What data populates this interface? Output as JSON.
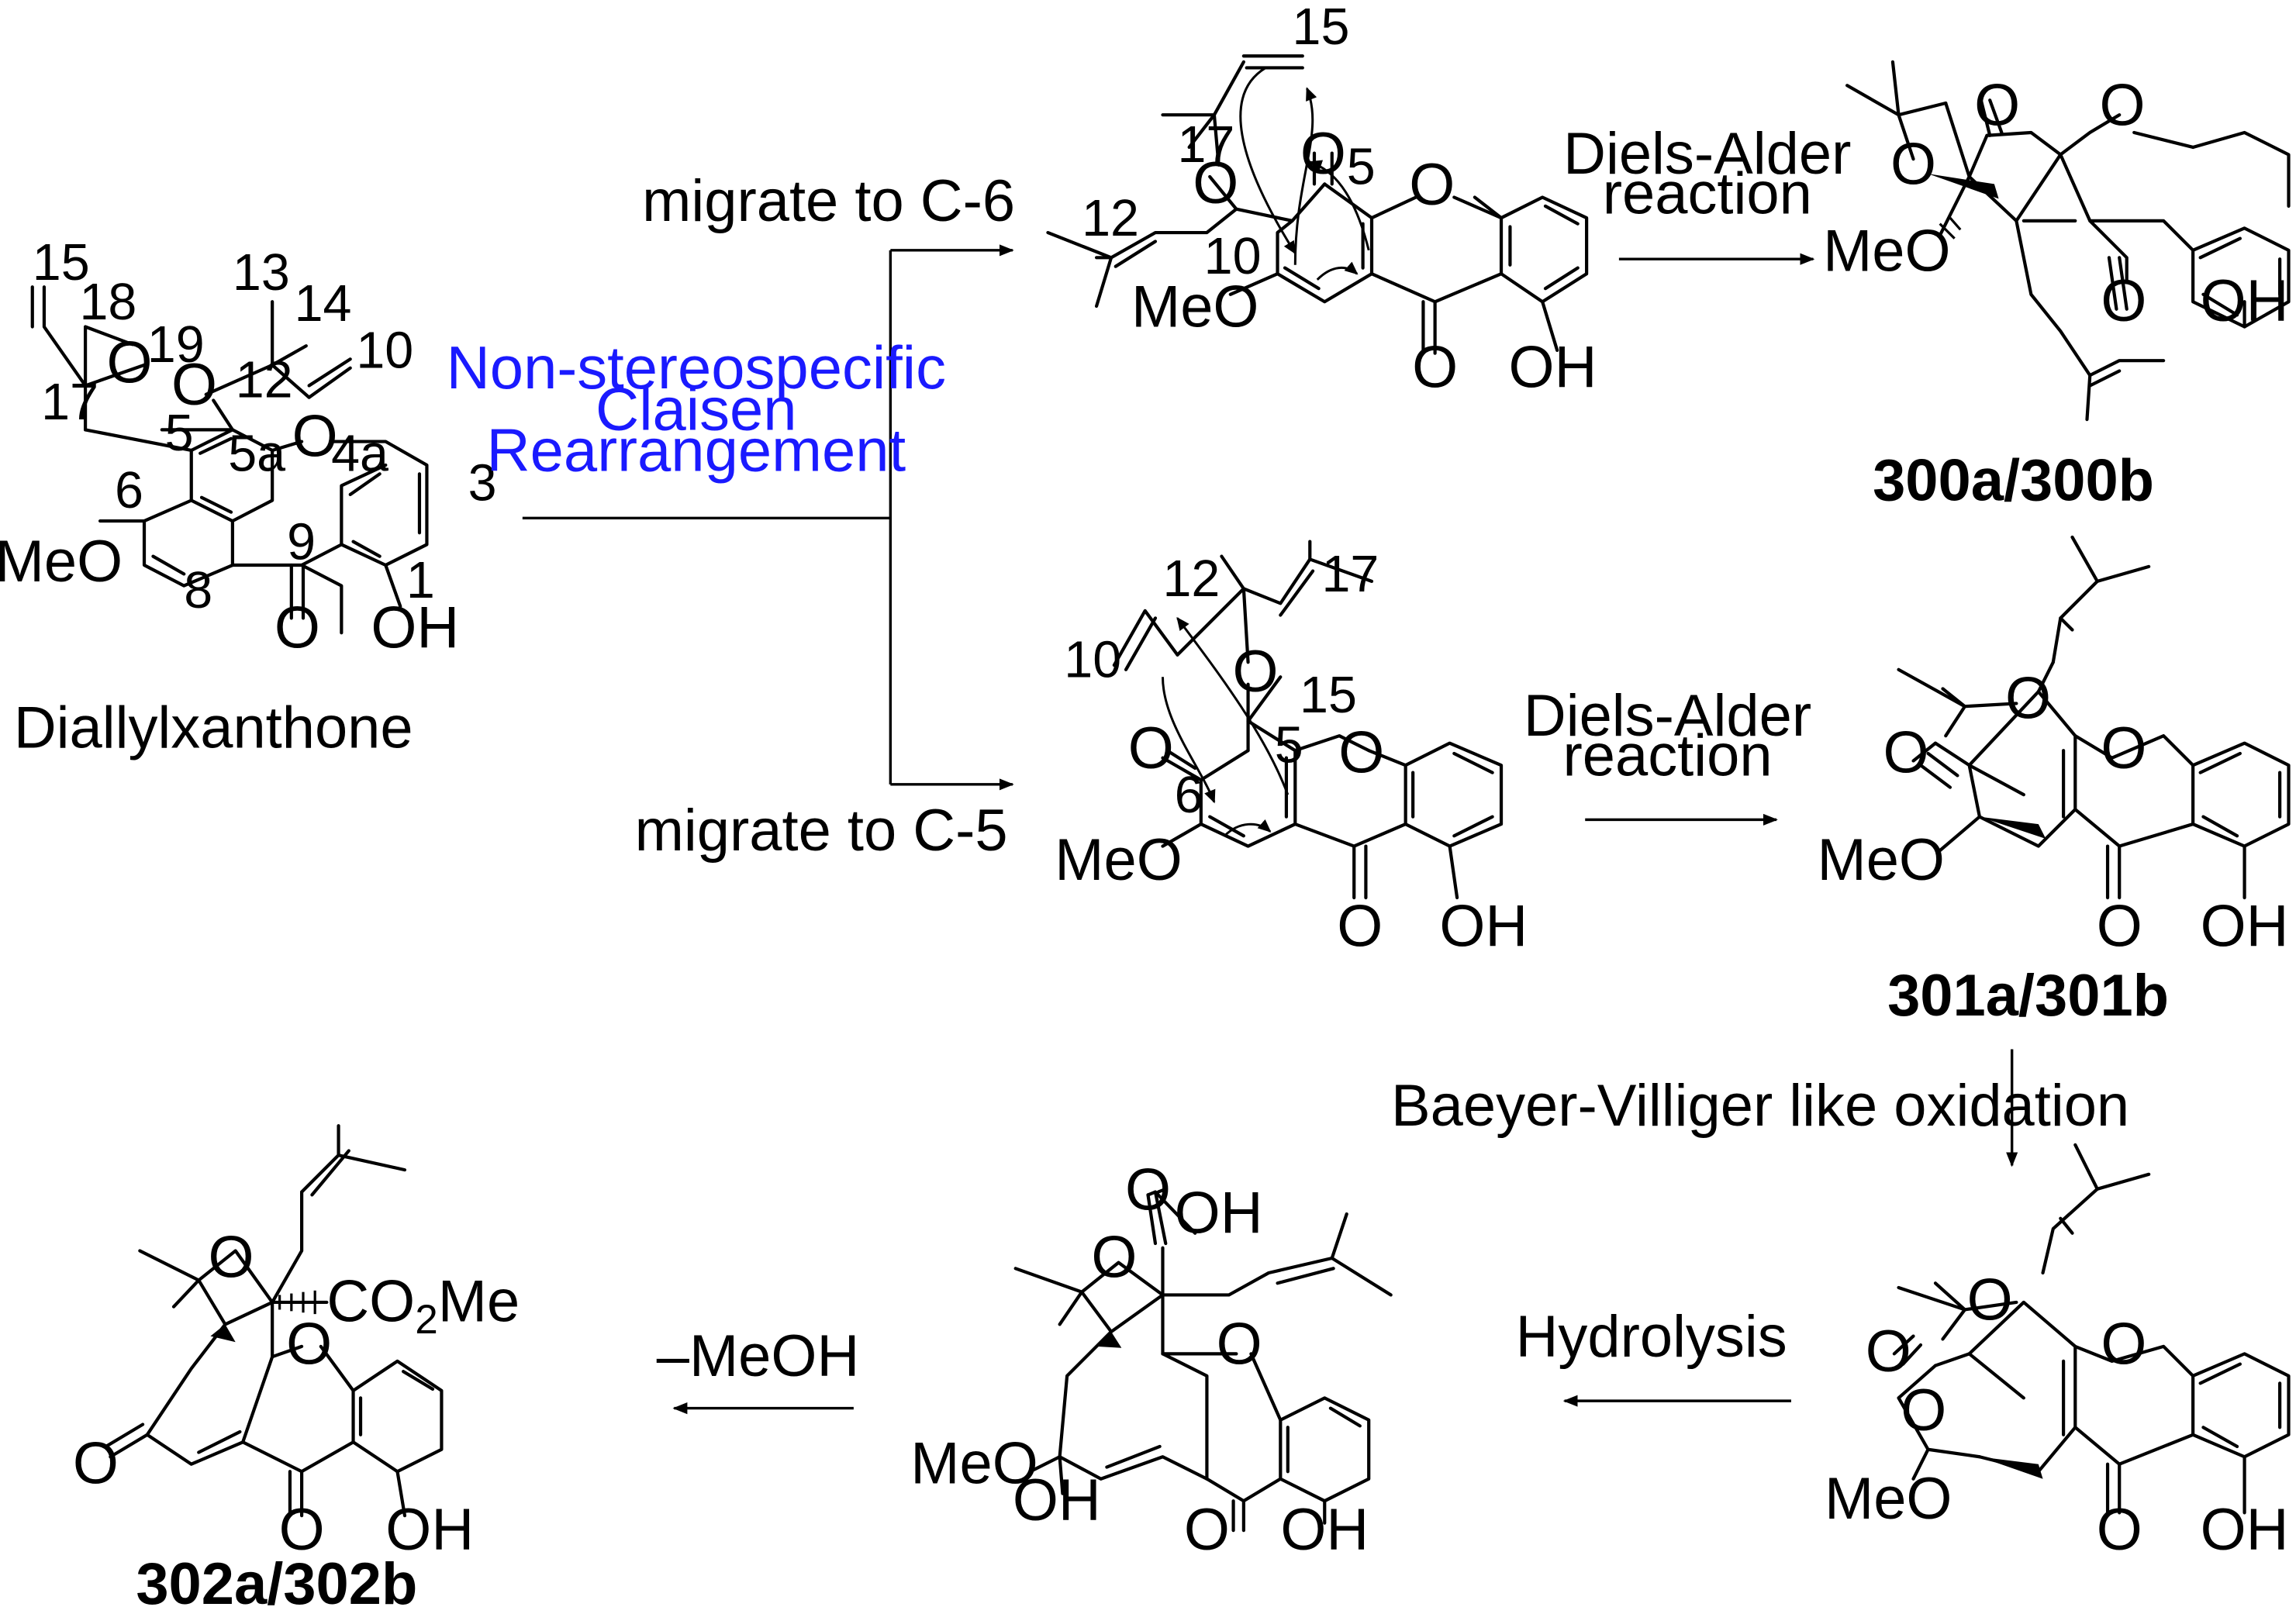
{
  "scheme": {
    "start_name": "Diallylxanthone",
    "claisen_label": [
      "Non-stereospecific",
      "Claisen",
      "Rearrangement"
    ],
    "route_c6": "migrate to C-6",
    "route_c5": "migrate to C-5",
    "diels_alder": [
      "Diels-Alder",
      "reaction"
    ],
    "baeyer_villiger": "Baeyer-Villiger like oxidation",
    "hydrolysis": "Hydrolysis",
    "loss_meoh": "–MeOH"
  },
  "compounds": {
    "c300": "300a/300b",
    "c301": "301a/301b",
    "c302": "302a/302b"
  },
  "atoms": {
    "o": "O",
    "oh": "OH",
    "ome": "MeO",
    "meo": "MeO",
    "co2me": "CO",
    "co2me_sub": "2",
    "co2me_tail": "Me"
  },
  "numbering": {
    "n1": "1",
    "n3": "3",
    "n4a": "4a",
    "n5": "5",
    "n5a": "5a",
    "n6": "6",
    "n8": "8",
    "n9": "9",
    "n10": "10",
    "n12": "12",
    "n13": "13",
    "n14": "14",
    "n15": "15",
    "n17": "17",
    "n18": "18",
    "n19": "19"
  }
}
